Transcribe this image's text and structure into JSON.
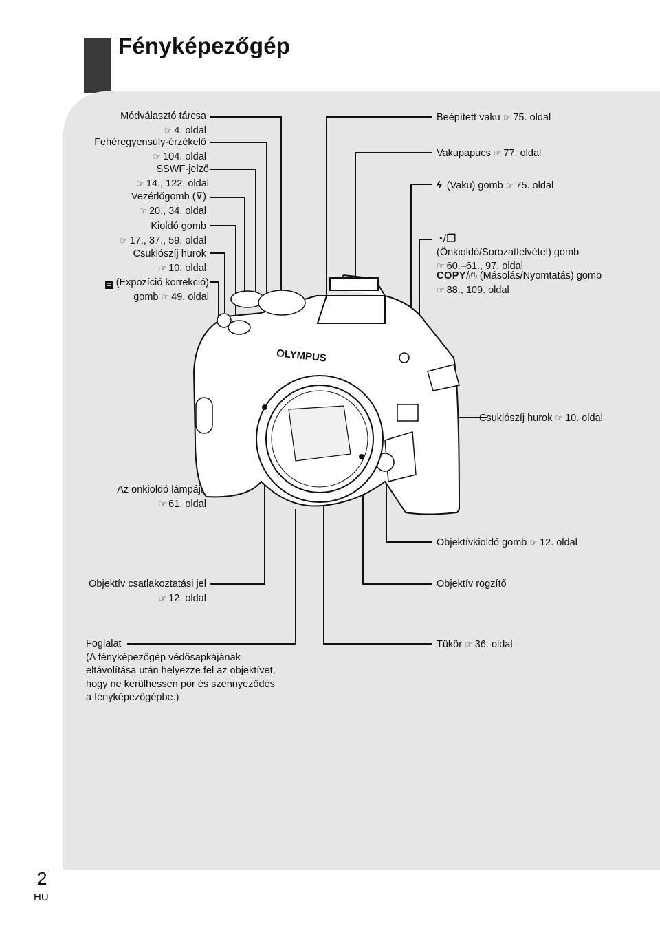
{
  "title": "Fényképezőgép",
  "page_number": "2",
  "page_lang": "HU",
  "ref_icon": "☞",
  "left_labels": [
    {
      "line1": "Módválasztó tárcsa",
      "line2": "4. oldal"
    },
    {
      "line1": "Fehéregyensúly-érzékelő",
      "line2": "104. oldal"
    },
    {
      "line1": "SSWF-jelző",
      "line2": "14., 122. oldal"
    },
    {
      "line1_a": "Vezérlőgomb (",
      "line1_icon": "⊽",
      "line1_b": ")",
      "line2": "20., 34. oldal"
    },
    {
      "line1": "Kioldó gomb",
      "line2": "17., 37., 59. oldal"
    },
    {
      "line1": "Csuklószíj hurok",
      "line2": "10. oldal"
    },
    {
      "line1": "(Expozíció korrekció)",
      "line1_icon": "±",
      "line2_a": "gomb",
      "line2": "49. oldal"
    }
  ],
  "right_labels": {
    "flash": {
      "text": "Beépített vaku",
      "ref": "75. oldal"
    },
    "hotshoe": {
      "text": "Vakupapucs",
      "ref": "77. oldal"
    },
    "flash_button": {
      "icon": "ϟ",
      "text": "(Vaku) gomb",
      "ref": "75. oldal"
    },
    "selftimer": {
      "icon": "◔/❐",
      "text": "(Önkioldó/Sorozatfelvétel) gomb",
      "ref": "60.–61., 97. oldal"
    },
    "copy": {
      "icon_a": "COPY",
      "icon_b": "/⎙",
      "text": "(Másolás/Nyomtatás) gomb",
      "ref": "88., 109. oldal"
    },
    "strap_right": {
      "text": "Csuklószíj hurok",
      "ref": "10. oldal"
    },
    "lens_release": {
      "text": "Objektívkioldó gomb",
      "ref": "12. oldal"
    },
    "lens_lock": {
      "text": "Objektív rögzítő"
    },
    "mirror": {
      "text": "Tükör",
      "ref": "36. oldal"
    }
  },
  "bottom_left_labels": {
    "selftimer_lamp": {
      "line1": "Az önkioldó lámpája",
      "line2": "61. oldal"
    },
    "lens_mark": {
      "line1": "Objektív csatlakoztatási jel",
      "line2": "12. oldal"
    },
    "mount": {
      "lines": [
        "Foglalat",
        "(A fényképezőgép védősapkájának",
        "eltávolítása után helyezze fel az objektívet,",
        "hogy ne kerülhessen por és szennyeződés",
        "a fényképezőgépbe.)"
      ]
    }
  },
  "camera": {
    "brand": "OLYMPUS"
  }
}
